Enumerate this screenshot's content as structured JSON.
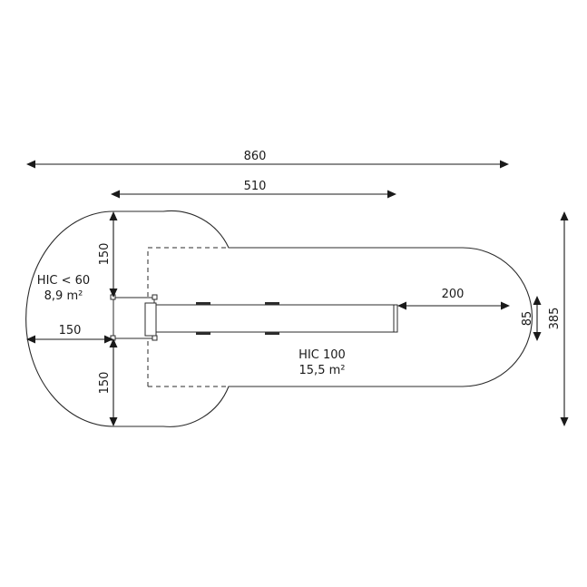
{
  "dimensions": {
    "overall_width": "860",
    "tower_zone_width": "510",
    "overall_depth": "385",
    "slide_width": "85",
    "slide_run_out": "200",
    "tower_side_left": "150",
    "tower_side_top": "150",
    "tower_side_bottom": "150"
  },
  "zones": {
    "tower": {
      "label": "HIC < 60",
      "area": "8,9 m²"
    },
    "slide": {
      "label": "HIC 100",
      "area": "15,5 m²"
    }
  }
}
